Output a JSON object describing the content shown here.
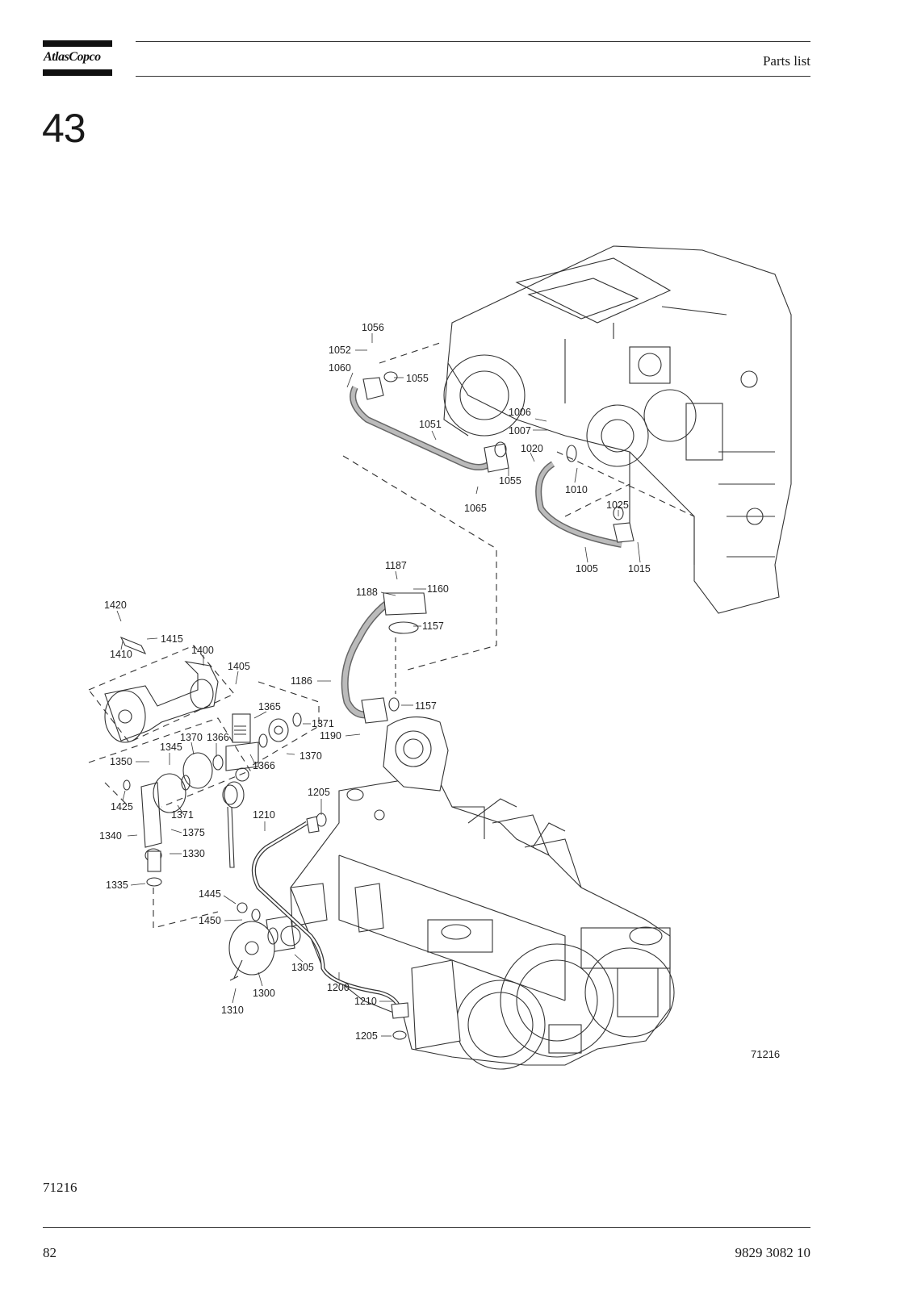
{
  "header": {
    "logo_text": "AtlasCopco",
    "title": "Parts list"
  },
  "section": {
    "number": "43"
  },
  "figure": {
    "code": "71216",
    "callouts": [
      "1056",
      "1052",
      "1060",
      "1055",
      "1051",
      "1006",
      "1007",
      "1020",
      "1055",
      "1065",
      "1010",
      "1025",
      "1005",
      "1015",
      "1187",
      "1188",
      "1160",
      "1157",
      "1186",
      "1157",
      "1190",
      "1420",
      "1415",
      "1410",
      "1400",
      "1405",
      "1365",
      "1371",
      "1370",
      "1366",
      "1370",
      "1345",
      "1350",
      "1366",
      "1425",
      "1371",
      "1375",
      "1340",
      "1330",
      "1335",
      "1205",
      "1210",
      "1445",
      "1450",
      "1305",
      "1300",
      "1310",
      "1200",
      "1210",
      "1205"
    ]
  },
  "footer": {
    "caption": "71216",
    "page_number": "82",
    "document_number": "9829 3082 10"
  }
}
